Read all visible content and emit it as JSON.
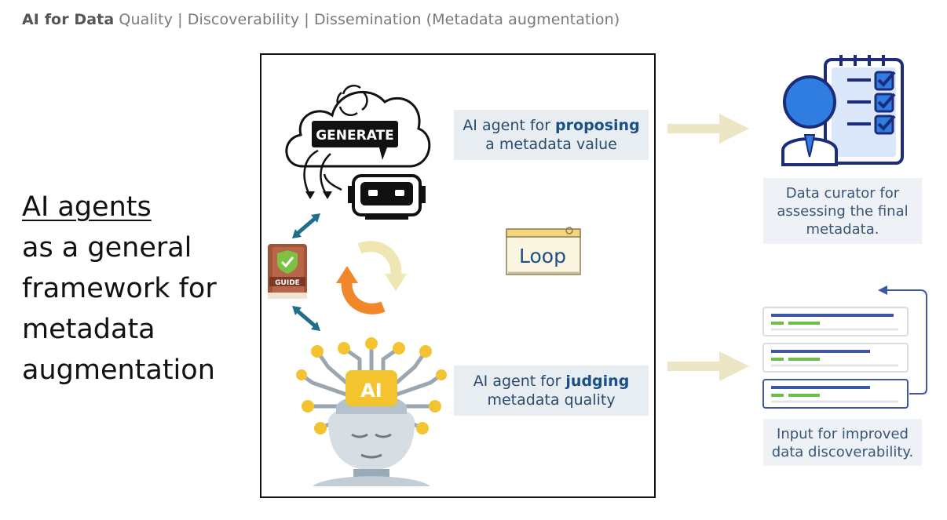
{
  "header": {
    "bold": "AI for Data",
    "rest": " Quality | Discoverability | Dissemination (Metadata augmentation)"
  },
  "left_title": {
    "line1": "AI agents",
    "line2": "as a general",
    "line3": "framework for",
    "line4": "metadata",
    "line5": "augmentation"
  },
  "diagram": {
    "generate_label": "GENERATE",
    "guide_label": "GUIDE",
    "ai_chip_label": "AI",
    "loop_label": "Loop",
    "proposer": {
      "pre": "AI agent for ",
      "bold": "proposing",
      "post": "a metadata value"
    },
    "judge": {
      "pre": "AI agent for ",
      "bold": "judging",
      "post": "metadata quality"
    }
  },
  "outputs": {
    "curator": {
      "line1": "Data curator for",
      "line2": "assessing the final",
      "line3": "metadata."
    },
    "discoverability": {
      "line1": "Input for improved",
      "line2": "data discoverability."
    }
  },
  "colors": {
    "accent_blue": "#1b4f86",
    "arrow_beige": "#ece6c4",
    "teal_arrow": "#1f6f8b",
    "person_blue": "#2f7de1",
    "navy": "#1c2c7a",
    "orange": "#f0882b",
    "gold": "#f4c430",
    "green": "#6cc04a"
  }
}
